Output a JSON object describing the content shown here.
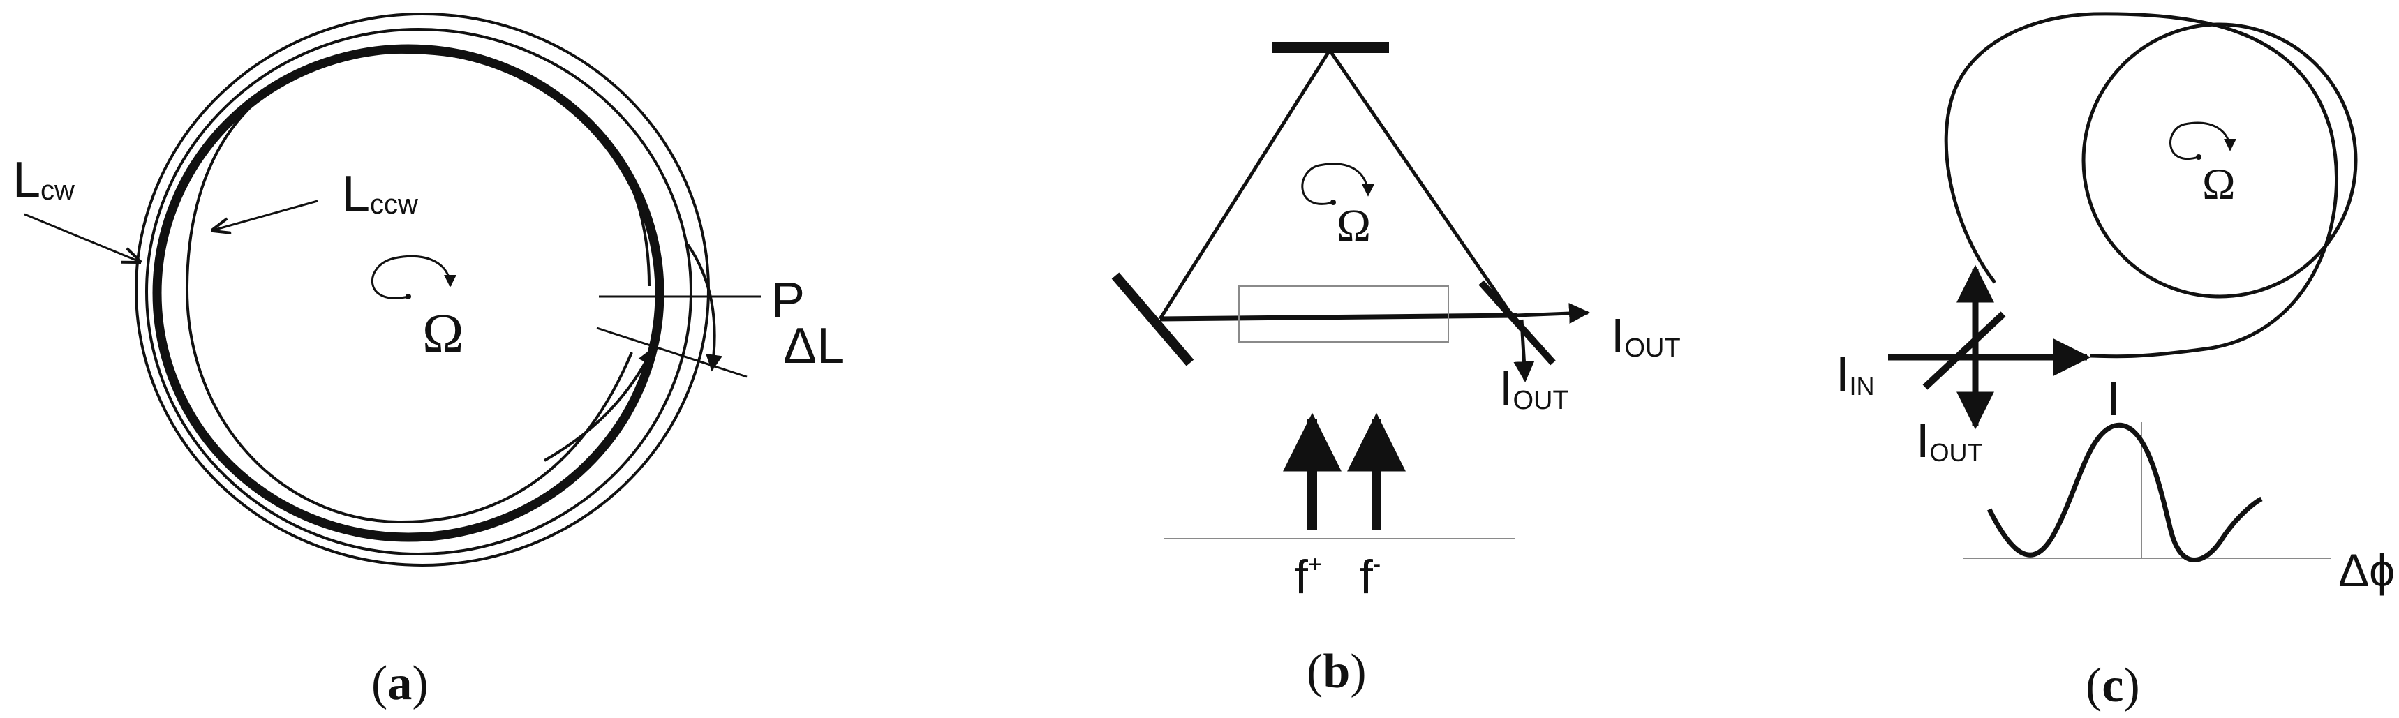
{
  "panels": {
    "a": {
      "caption_open": "(",
      "caption_letter": "a",
      "caption_close": ")",
      "label_lcw_main": "L",
      "label_lcw_sub": "cw",
      "label_lccw_main": "L",
      "label_lccw_sub": "ccw",
      "label_p": "P",
      "label_delta_l": "ΔL",
      "omega": "Ω"
    },
    "b": {
      "caption_open": "(",
      "caption_letter": "b",
      "caption_close": ")",
      "omega": "Ω",
      "i_out_right_main": "I",
      "i_out_right_sub": "OUT",
      "i_out_down_main": "I",
      "i_out_down_sub": "OUT",
      "f_plus_main": "f",
      "f_plus_sup": "+",
      "f_minus_main": "f",
      "f_minus_sup": "-"
    },
    "c": {
      "caption_open": "(",
      "caption_letter": "c",
      "caption_close": ")",
      "omega": "Ω",
      "i_in_main": "I",
      "i_in_sub": "IN",
      "i_out_main": "I",
      "i_out_sub": "OUT",
      "i_axis": "I",
      "delta_phi": "Δϕ"
    }
  },
  "colors": {
    "ink": "#111111",
    "grey": "#8a8a8a"
  }
}
